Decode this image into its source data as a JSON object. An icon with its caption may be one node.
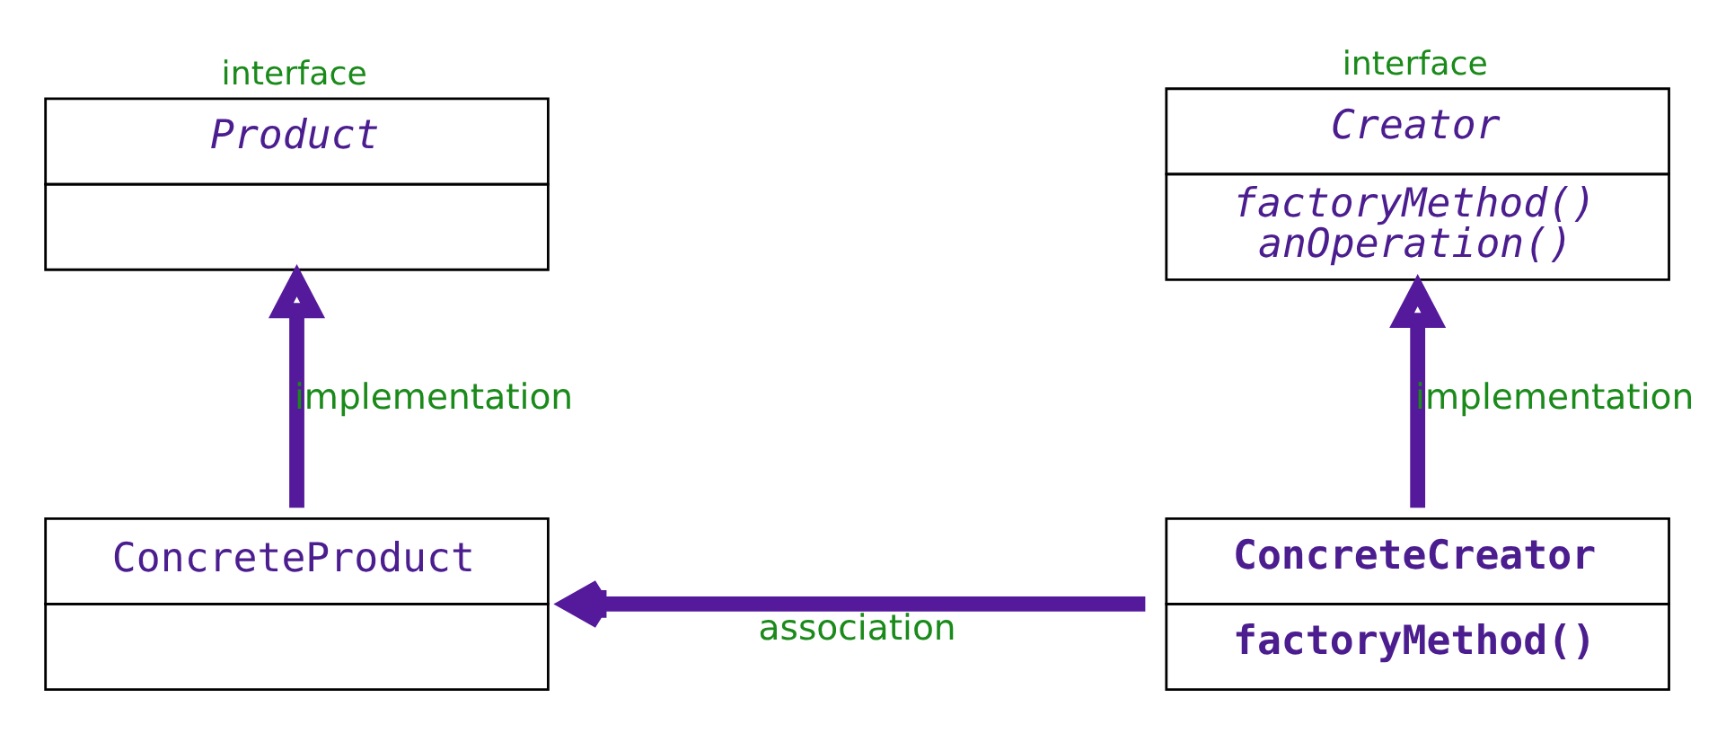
{
  "diagram": {
    "nodes": [
      {
        "text": [
          "Product"
        ],
        "beside": [
          "interface"
        ]
      },
      {
        "text": [
          "Creator",
          "factoryMethod() anOperation()"
        ],
        "beside": [
          "interface"
        ]
      },
      {
        "text": [
          "ConcreteProduct"
        ]
      },
      {
        "text": [
          "ConcreteCreator",
          "factoryMethod()"
        ]
      }
    ],
    "edges": [
      {
        "from": 2,
        "to": 0,
        "arrow": "to",
        "label": "implementation"
      },
      {
        "from": 3,
        "to": 1,
        "arrow": "to",
        "label": "implementation"
      },
      {
        "from": 3,
        "to": 2,
        "arrow": "to",
        "label": "association"
      }
    ]
  }
}
